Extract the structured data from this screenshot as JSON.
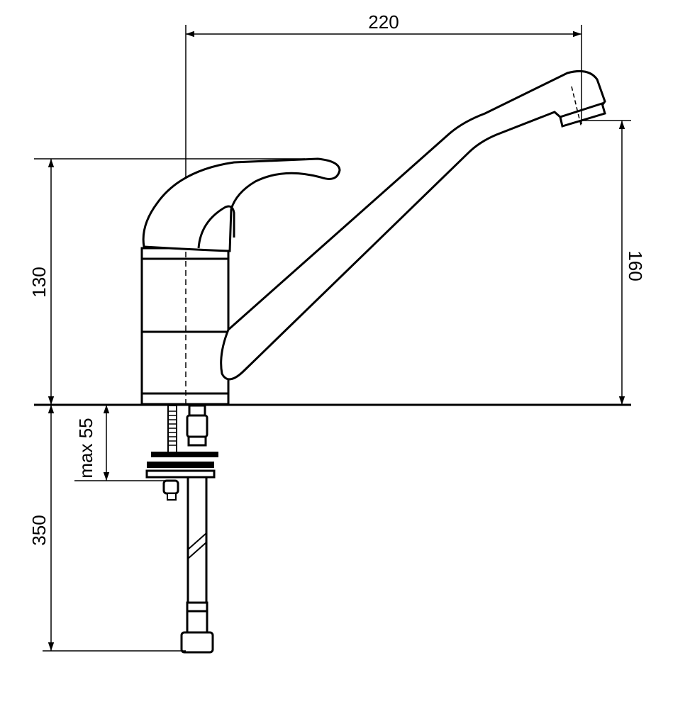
{
  "dimensions": {
    "spout_reach": "220",
    "handle_height": "130",
    "spout_height": "160",
    "hose_length": "350",
    "max_counter_thickness": "max 55"
  },
  "colors": {
    "line": "#000000",
    "background": "#ffffff"
  }
}
